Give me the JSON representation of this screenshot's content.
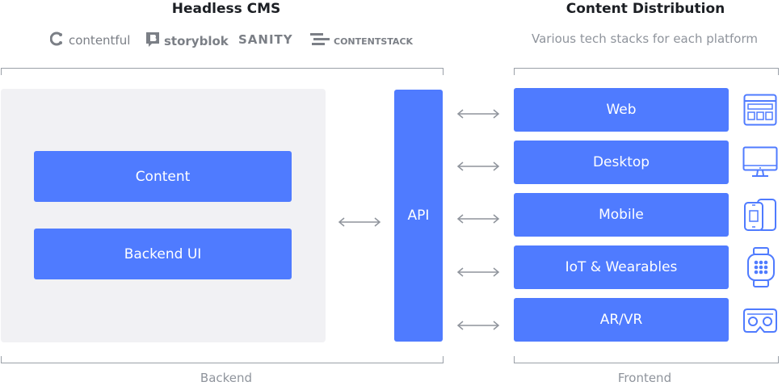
{
  "headless": {
    "title": "Headless CMS",
    "logos": [
      {
        "label": "contentful",
        "icon": "contentful-logo-icon"
      },
      {
        "label": "storyblok",
        "icon": "storyblok-logo-icon"
      },
      {
        "label": "SANITY",
        "icon": ""
      },
      {
        "label": "CONTENTSTACK",
        "icon": "contentstack-logo-icon"
      }
    ],
    "blocks": [
      "Content",
      "Backend UI"
    ],
    "api_label": "API",
    "footer": "Backend"
  },
  "distribution": {
    "title": "Content Distribution",
    "subtitle": "Various tech stacks for each platform",
    "platforms": [
      {
        "label": "Web",
        "icon": "browser-window-icon"
      },
      {
        "label": "Desktop",
        "icon": "desktop-monitor-icon"
      },
      {
        "label": "Mobile",
        "icon": "mobile-phones-icon"
      },
      {
        "label": "IoT & Wearables",
        "icon": "smartwatch-icon"
      },
      {
        "label": "AR/VR",
        "icon": "vr-headset-icon"
      }
    ],
    "footer": "Frontend"
  },
  "colors": {
    "accent": "#4f7bff",
    "panel": "#f1f1f4",
    "muted": "#8f949c",
    "line": "#9aa0a8"
  }
}
